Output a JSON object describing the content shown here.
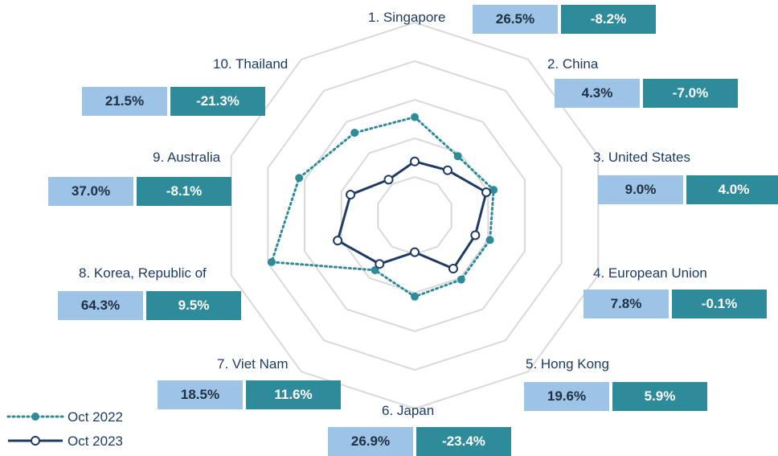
{
  "chart_data": {
    "type": "radar",
    "categories": [
      "1. Singapore",
      "2. China",
      "3. United States",
      "4. European Union",
      "5. Hong Kong",
      "6. Japan",
      "7. Viet Nam",
      "8. Korea, Republic of",
      "9. Australia",
      "10. Thailand"
    ],
    "series": [
      {
        "name": "Oct 2022",
        "values": [
          2.55,
          1.9,
          2.15,
          2.05,
          2.05,
          2.1,
          1.75,
          3.9,
          3.15,
          2.65
        ],
        "color": "#2e8b9a",
        "style": "dotted"
      },
      {
        "name": "Oct 2023",
        "values": [
          1.4,
          1.45,
          1.95,
          1.65,
          1.7,
          0.95,
          1.55,
          2.1,
          1.75,
          1.15
        ],
        "color": "#1f3b63",
        "style": "solid"
      }
    ],
    "rlim": [
      0,
      5
    ],
    "grid": true,
    "legend": "bottom-left",
    "annotations": [
      {
        "share": "26.5%",
        "change": "-8.2%"
      },
      {
        "share": "4.3%",
        "change": "-7.0%"
      },
      {
        "share": "9.0%",
        "change": "4.0%"
      },
      {
        "share": "7.8%",
        "change": "-0.1%"
      },
      {
        "share": "19.6%",
        "change": "5.9%"
      },
      {
        "share": "26.9%",
        "change": "-23.4%"
      },
      {
        "share": "18.5%",
        "change": "11.6%"
      },
      {
        "share": "64.3%",
        "change": "9.5%"
      },
      {
        "share": "37.0%",
        "change": "-8.1%"
      },
      {
        "share": "21.5%",
        "change": "-21.3%"
      }
    ]
  },
  "colors": {
    "share_box": "#9dc3e6",
    "change_box": "#2e8b9a",
    "grid": "#d9d9d9"
  }
}
